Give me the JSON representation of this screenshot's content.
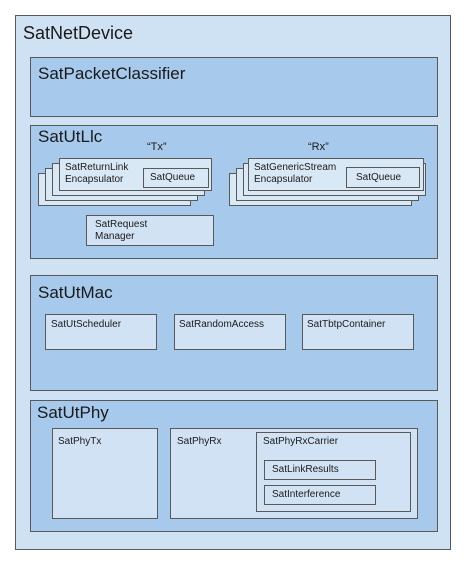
{
  "diagram": {
    "root": {
      "title": "SatNetDevice"
    },
    "packet_classifier": {
      "title": "SatPacketClassifier"
    },
    "llc": {
      "title": "SatUtLlc",
      "tx_caption": "“Tx”",
      "rx_caption": "“Rx”",
      "tx_encapsulator": "SatReturnLink Encapsulator",
      "rx_encapsulator": "SatGenericStream Encapsulator",
      "tx_queue": "SatQueue",
      "rx_queue": "SatQueue",
      "request_manager": "SatRequest Manager"
    },
    "mac": {
      "title": "SatUtMac",
      "components": [
        "SatUtScheduler",
        "SatRandomAccess",
        "SatTbtpContainer"
      ]
    },
    "phy": {
      "title": "SatUtPhy",
      "tx": "SatPhyTx",
      "rx": "SatPhyRx",
      "rx_carrier": "SatPhyRxCarrier",
      "link_results": "SatLinkResults",
      "interference": "SatInterference"
    }
  }
}
